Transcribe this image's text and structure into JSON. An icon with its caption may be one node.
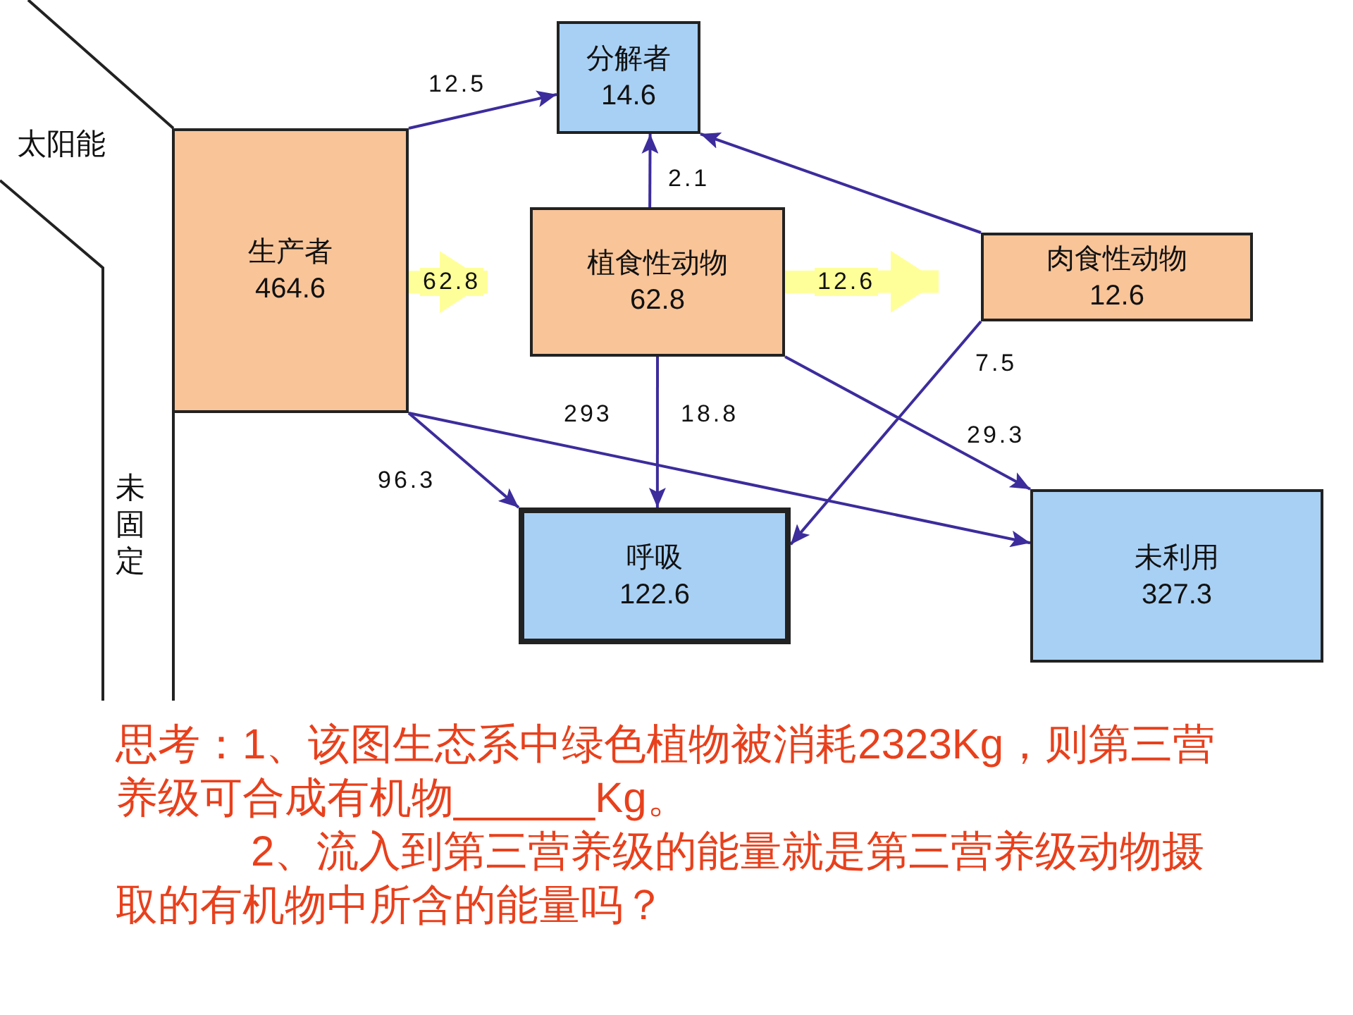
{
  "diagram": {
    "nodes": [
      {
        "text": [
          "生产者",
          "464.6"
        ]
      },
      {
        "text": [
          "分解者",
          "14.6"
        ]
      },
      {
        "text": [
          "植食性动物",
          "62.8"
        ]
      },
      {
        "text": [
          "肉食性动物",
          "12.6"
        ]
      },
      {
        "text": [
          "呼吸",
          "122.6"
        ]
      },
      {
        "text": [
          "未利用",
          "327.3"
        ]
      }
    ],
    "edges": [
      {
        "from": 0,
        "to": 1,
        "arrow": "to",
        "label": "12.5"
      },
      {
        "from": 0,
        "to": 2,
        "arrow": "to",
        "label": "62.8",
        "style": "thick",
        "color": "#ffff99"
      },
      {
        "from": 2,
        "to": 1,
        "arrow": "to",
        "label": "2.1"
      },
      {
        "from": 3,
        "to": 1,
        "arrow": "to"
      },
      {
        "from": 2,
        "to": 3,
        "arrow": "to",
        "label": "12.6",
        "style": "thick",
        "color": "#ffff99"
      },
      {
        "from": 0,
        "to": 4,
        "arrow": "to",
        "label": "96.3"
      },
      {
        "from": 0,
        "to": 5,
        "arrow": "to",
        "label": "293"
      },
      {
        "from": 2,
        "to": 4,
        "arrow": "to",
        "label": "18.8"
      },
      {
        "from": 2,
        "to": 5,
        "arrow": "to",
        "label": "29.3"
      },
      {
        "from": 3,
        "to": 4,
        "arrow": "to",
        "label": "7.5"
      }
    ],
    "labels": [
      "太阳能",
      "未固定",
      "思考：1、该图生态系中绿色植物被消耗2323Kg，则第三营养级可合成有机物______Kg。",
      "2、流入到第三营养级的能量就是第三营养级动物摄取的有机物中所含的能量吗？"
    ]
  }
}
